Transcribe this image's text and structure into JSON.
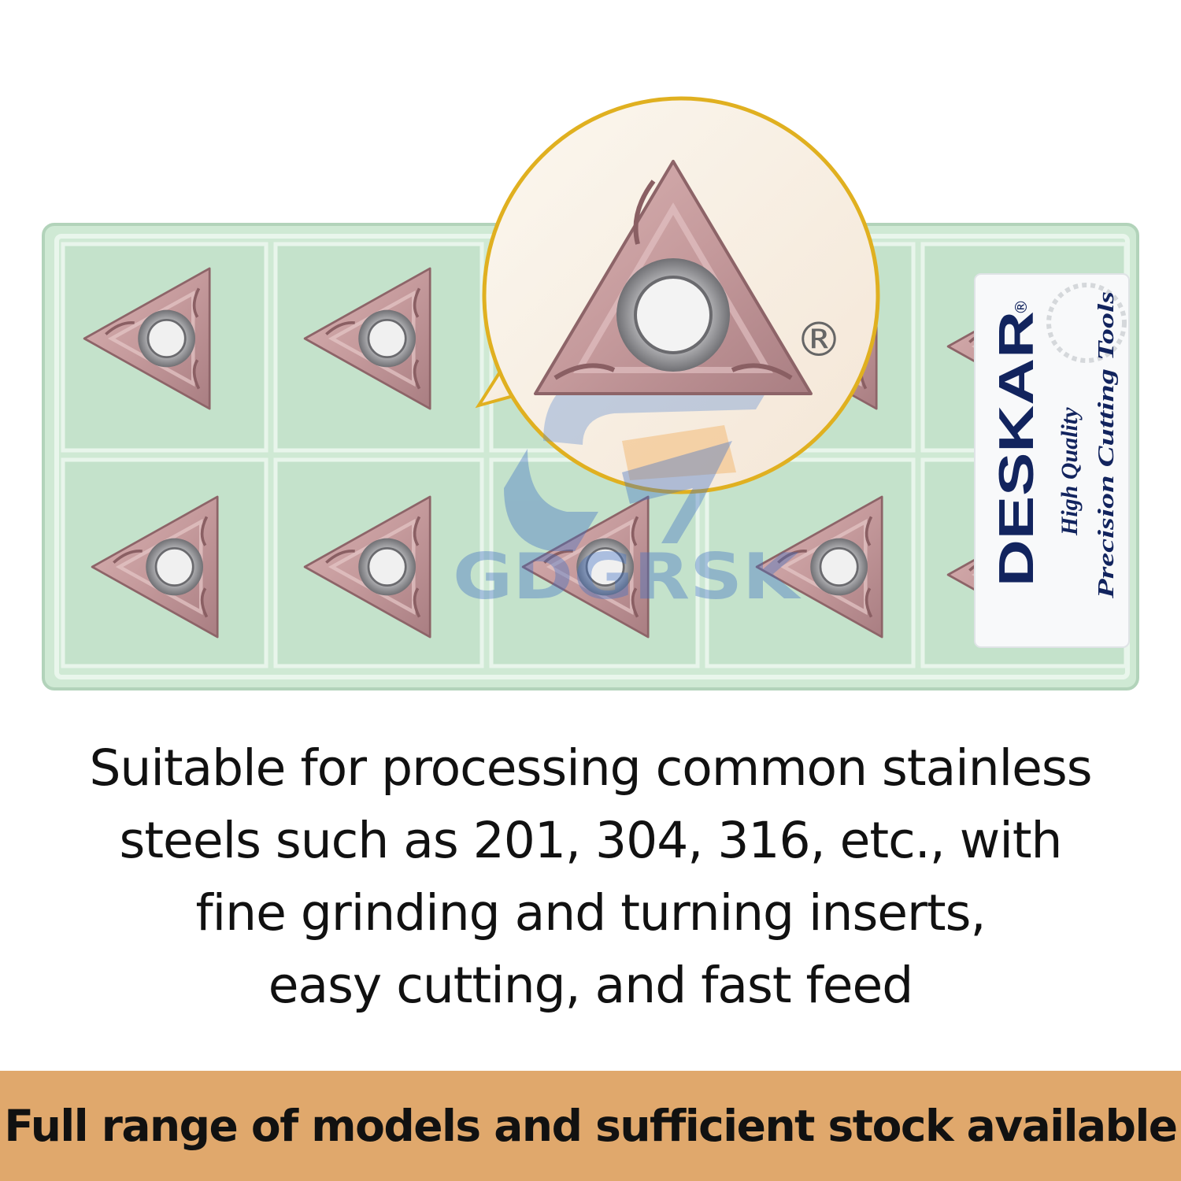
{
  "product_photo": {
    "label_brand": "DESKAR",
    "label_tagline_line1": "High Quality",
    "label_tagline_line2": "Precision Cutting Tools",
    "watermark_text": "GDGRSK",
    "registered_mark": "®",
    "colors": {
      "tray": "#cfe9d4",
      "insert": "#c49a9c",
      "magnifier_ring": "#e0b020",
      "label_text": "#12245e"
    }
  },
  "description": {
    "lines": [
      "Suitable for processing common stainless",
      "steels such as 201, 304, 316, etc., with",
      "fine grinding and turning inserts,",
      "easy cutting, and fast feed"
    ]
  },
  "footer": {
    "text": "Full range of models and sufficient stock available",
    "background": "#e0a86c"
  }
}
